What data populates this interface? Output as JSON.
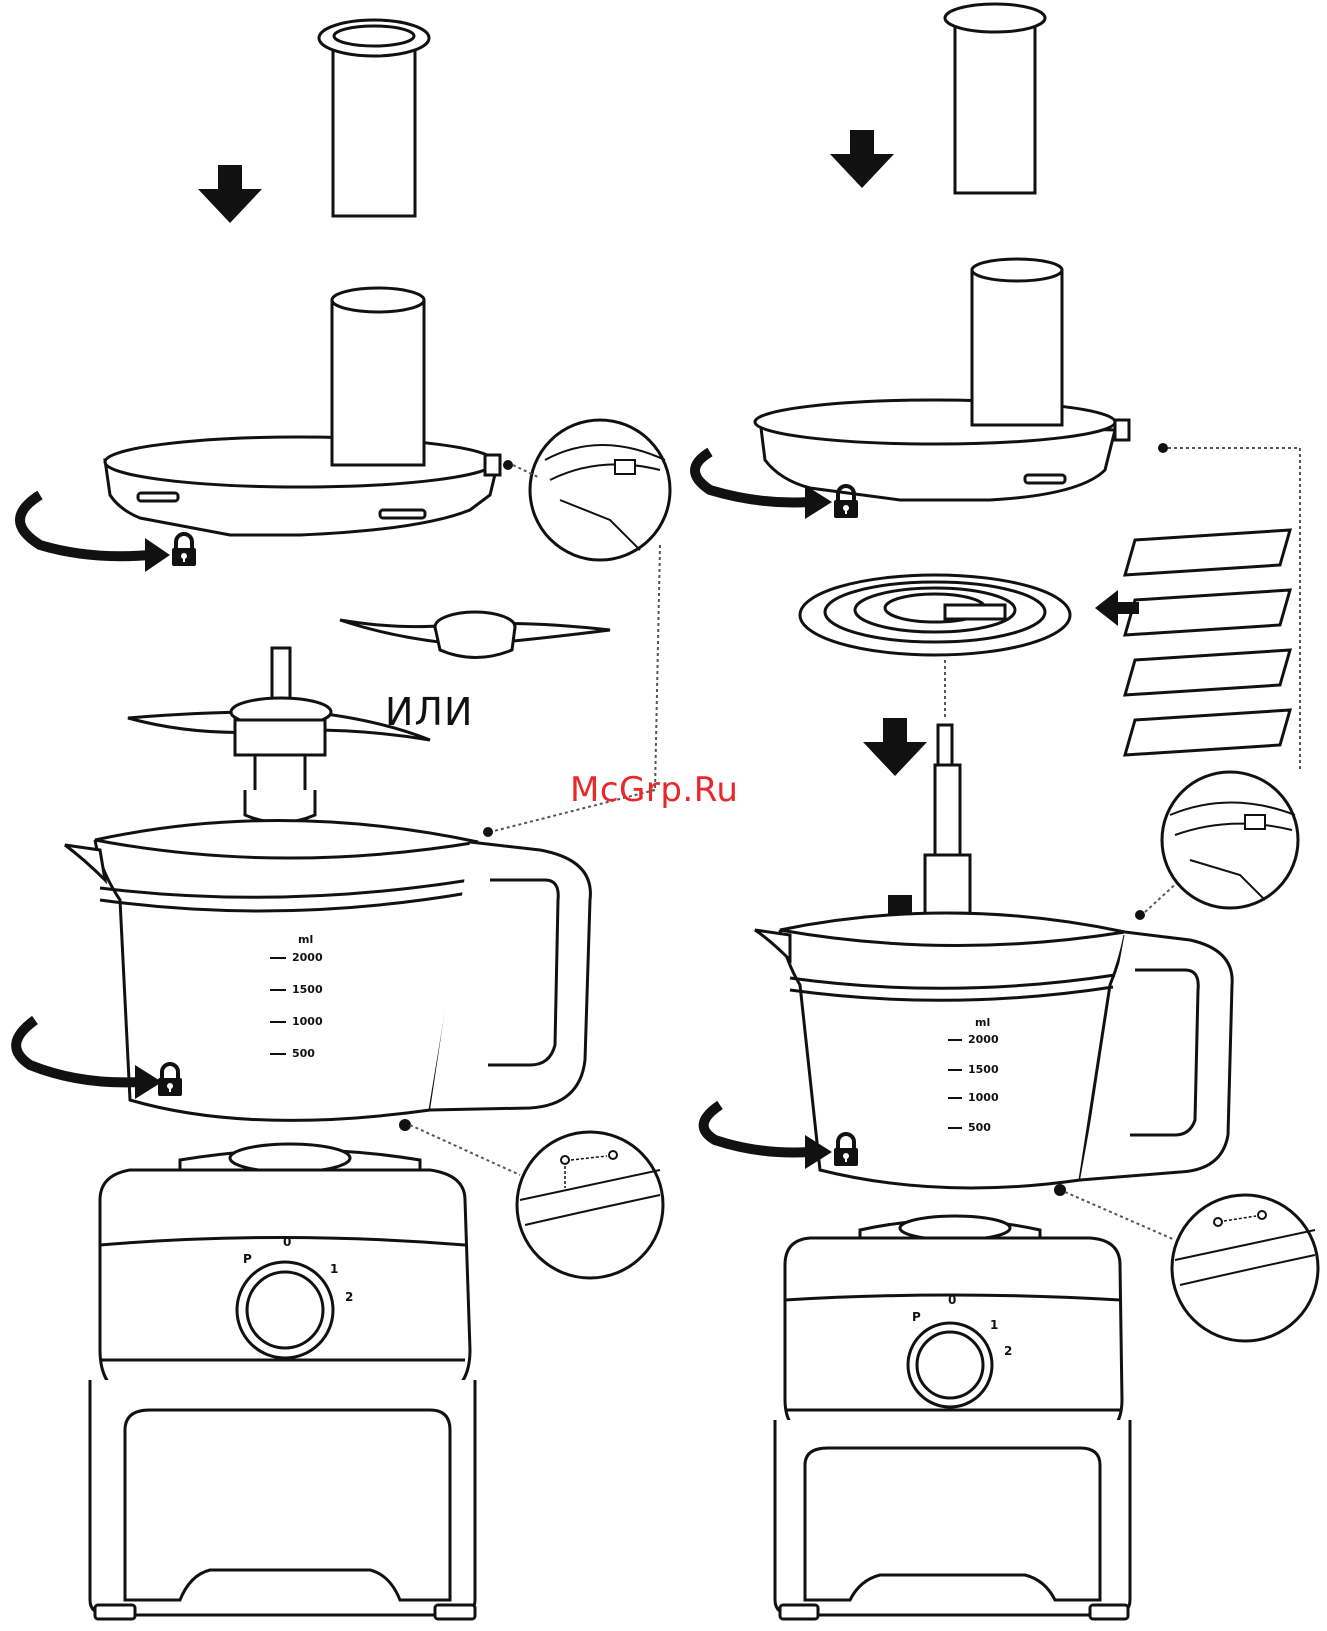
{
  "labels": {
    "or_text": "ИЛИ",
    "watermark": "McGrp.Ru"
  },
  "left_bowl_scale": {
    "unit": "ml",
    "marks": [
      "2000",
      "1500",
      "1000",
      "500"
    ]
  },
  "right_bowl_scale": {
    "unit": "ml",
    "marks": [
      "2000",
      "1500",
      "1000",
      "500"
    ]
  },
  "dial_positions": [
    "P",
    "0",
    "1",
    "2"
  ],
  "colors": {
    "ink": "#111111",
    "watermark": "#e8282b",
    "background": "#ffffff"
  },
  "icons": [
    "down-arrow-icon",
    "rotate-arrow-icon",
    "lock-icon",
    "left-arrow-icon"
  ]
}
